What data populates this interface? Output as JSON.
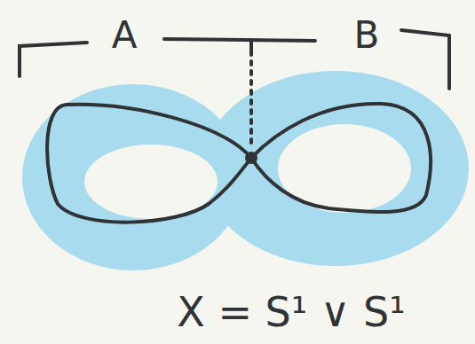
{
  "diagram": {
    "labels": [
      "A",
      "B",
      "X = S¹ ∨ S¹"
    ]
  }
}
